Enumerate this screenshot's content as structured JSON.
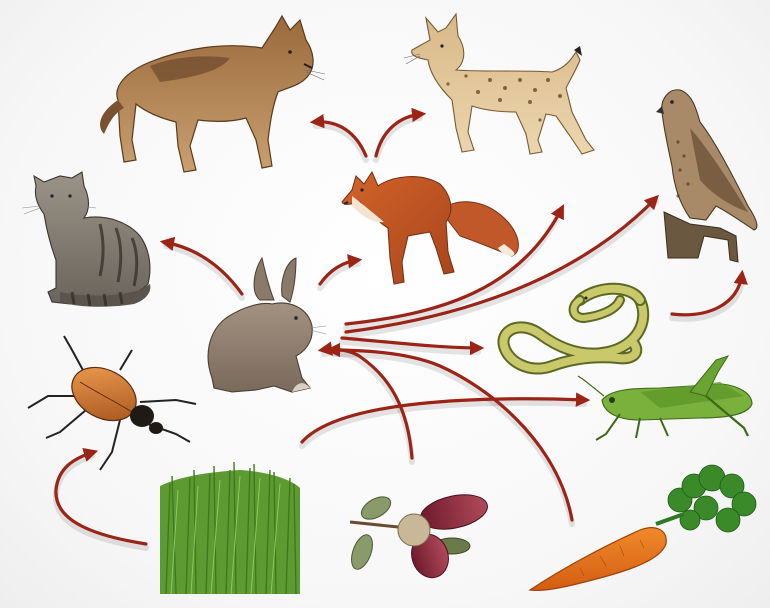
{
  "organisms": {
    "wolf": "wolf",
    "lynx": "lynx",
    "fox": "fox",
    "wildcat": "wildcat",
    "falcon": "falcon",
    "rabbit": "rabbit",
    "snake": "snake",
    "beetle": "beetle",
    "grasshopper": "grasshopper",
    "grass": "grass",
    "acorn": "acorn",
    "carrot": "carrot"
  },
  "links": [
    {
      "from": "fox",
      "to": "wolf"
    },
    {
      "from": "fox",
      "to": "lynx"
    },
    {
      "from": "rabbit",
      "to": "fox"
    },
    {
      "from": "rabbit",
      "to": "wildcat"
    },
    {
      "from": "rabbit",
      "to": "falcon"
    },
    {
      "from": "rabbit",
      "to": "snake"
    },
    {
      "from": "snake",
      "to": "falcon"
    },
    {
      "from": "grass",
      "to": "grasshopper"
    },
    {
      "from": "grass",
      "to": "beetle"
    },
    {
      "from": "acorn",
      "to": "rabbit"
    },
    {
      "from": "carrot",
      "to": "rabbit"
    }
  ],
  "colors": {
    "arrow": "#9b2416"
  }
}
